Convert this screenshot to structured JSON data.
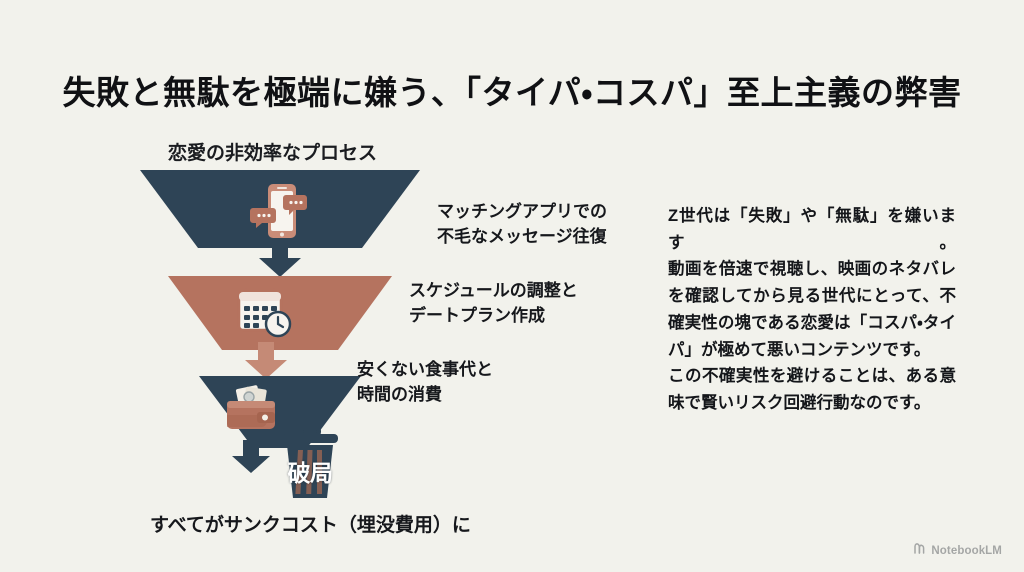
{
  "slide": {
    "title": "失敗と無駄を極端に嫌う、「タイパ・コスパ」至上主義の弊害",
    "background_color": "#f2f2ec"
  },
  "funnel": {
    "heading": "恋愛の非効率なプロセス",
    "caption": "すべてがサンクコスト（埋没費用）に",
    "colors": {
      "navy": "#2e4456",
      "terracotta": "#b5735f",
      "white": "#f6f5f0"
    },
    "stages": [
      {
        "label": "マッチングアプリでの\n不毛なメッセージ往復",
        "color": "#2e4456",
        "icon": "smartphone-chat-icon"
      },
      {
        "label": "スケジュールの調整と\nデートプラン作成",
        "color": "#b5735f",
        "icon": "calendar-clock-icon"
      },
      {
        "label": "安くない食事代と\n時間の消費",
        "color": "#2e4456",
        "icon": "wallet-money-icon"
      }
    ],
    "outcome": {
      "icon": "trash-can-icon",
      "text": "破局"
    }
  },
  "body": {
    "paragraph_1": "Z世代は「失敗」や「無駄」を嫌います。",
    "paragraph_2": "動画を倍速で視聴し、映画のネタバレを確認してから見る世代にとって、不確実性の塊である恋愛は「コスパ・タイパ」が極めて悪いコンテンツです。",
    "paragraph_3": "この不確実性を避けることは、ある意味で賢いリスク回避行動なのです。"
  },
  "watermark": {
    "label": "NotebookLM",
    "icon": "notebooklm-logo-icon"
  }
}
